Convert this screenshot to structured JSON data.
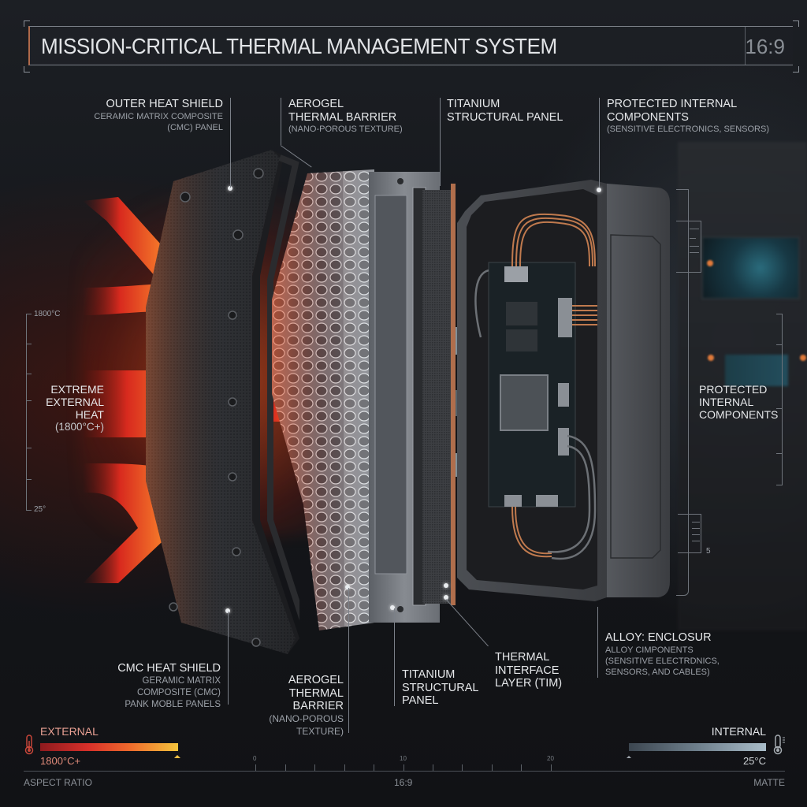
{
  "header": {
    "title": "MISSION-CRITICAL THERMAL MANAGEMENT SYSTEM",
    "aspect": "16:9"
  },
  "top_callouts": [
    {
      "title": "OUTER HEAT SHIELD",
      "sub": "CERAMIC MATRIX COMPOSITE\n(CMC) PANEL"
    },
    {
      "title": "AEROGEL\nTHERMAL BARRIER",
      "sub": "(NANO-POROUS TEXTURE)"
    },
    {
      "title": "TITANIUM\nSTRUCTURAL PANEL",
      "sub": ""
    },
    {
      "title": "PROTECTED INTERNAL\nCOMPONENTS",
      "sub": "(SENSITIVE ELECTRONICS, SENSORS)"
    }
  ],
  "left_scale": {
    "top_label": "1800°C",
    "bottom_label": "25°",
    "heat_label": "EXTREME\nEXTERNAL\nHEAT",
    "heat_value": "(1800°C+)"
  },
  "right_callout": {
    "title": "PROTECTED\nINTERNAL\nCOMPONENTS",
    "scale_label": "5"
  },
  "bottom_callouts": [
    {
      "title": "CMC HEAT SHIELD",
      "sub": "GERAMIC MATRIX\nCOMPOSITE (CMC)\nPANK MOBLE PANELS"
    },
    {
      "title": "AEROGEL\nTHERMAL\nBARRIER",
      "sub": "(NANO-POROUS\nTEXTURE)"
    },
    {
      "title": "TITANIUM\nSTRUCTURAL\nPANEL",
      "sub": ""
    },
    {
      "title": "THERMAL\nINTERFACE\nLAYER (TIM)",
      "sub": ""
    },
    {
      "title": "ALLOY: ENCLOSUR",
      "sub": "ALLOY CIMPONENTS\n(SENSITIVE ELECTRDNICS,\nSENSORS, AND CABLES)"
    }
  ],
  "legend": {
    "external": {
      "label": "EXTERNAL",
      "value": "1800°C+",
      "icon": "thermometer-hot-icon",
      "colors": [
        "#8e1a1e",
        "#d8302a",
        "#ee6a2c",
        "#f4c43c"
      ]
    },
    "internal": {
      "label": "INTERNAL",
      "value": "25°C",
      "icon": "thermometer-cool-icon",
      "colors": [
        "#3c4650",
        "#6e7f8c",
        "#a9bcc8"
      ]
    }
  },
  "ruler": {
    "ticks": [
      "0",
      "10",
      "20"
    ]
  },
  "footer": {
    "left": "ASPECT RATIO",
    "center": "16:9",
    "right": "MATTE"
  }
}
